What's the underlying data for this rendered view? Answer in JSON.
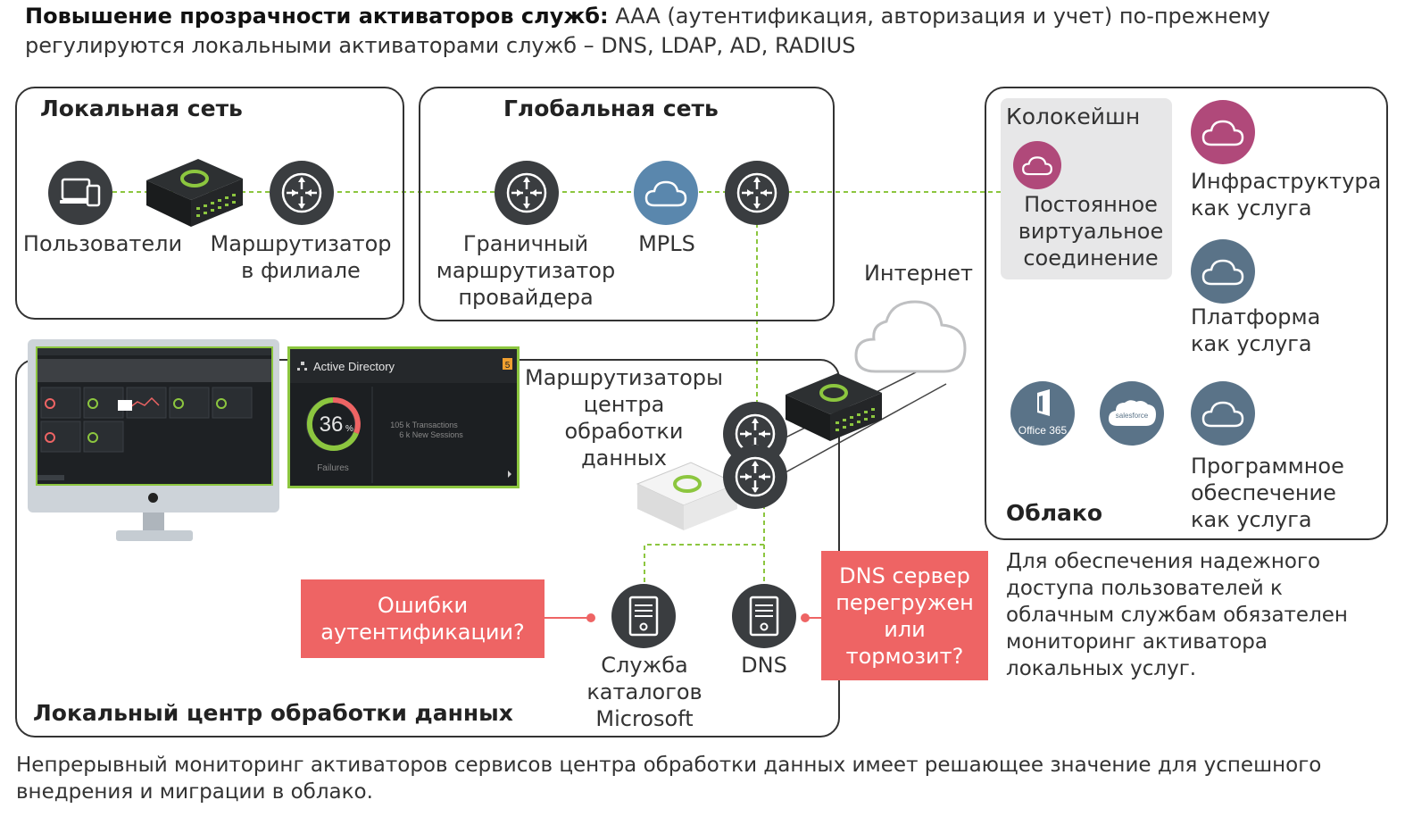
{
  "header": {
    "bold": "Повышение прозрачности активаторов служб:",
    "rest": " AAA (аутентификация, авторизация и учет) по-прежнему регулируются локальными активаторами служб – DNS, LDAP, AD, RADIUS"
  },
  "lan": {
    "title": "Локальная сеть",
    "users_label": "Пользователи",
    "branch_router_label": "Маршрутизатор\nв филиале"
  },
  "wan": {
    "title": "Глобальная сеть",
    "edge_router_label": "Граничный\nмаршрутизатор\nпровайдера",
    "mpls_label": "MPLS"
  },
  "internet_label": "Интернет",
  "cloud": {
    "coloc_title": "Колокейшн",
    "coloc_label": "Постоянное\nвиртуальное\nсоединение",
    "iaas_label": "Инфраструктура\nкак услуга",
    "paas_label": "Платформа\nкак услуга",
    "saas_label": "Программное\nобеспечение\nкак услуга",
    "office_label": "Office 365",
    "salesforce_label": "salesforce",
    "title": "Облако"
  },
  "datacenter": {
    "routers_label": "Маршрутизаторы\nцентра\nобработки\nданных",
    "directory_label": "Служба\nкаталогов\nMicrosoft",
    "dns_label": "DNS",
    "title": "Локальный центр обработки данных"
  },
  "ad_panel": {
    "title": "Active Directory",
    "percent": "36",
    "percent_unit": "%",
    "failures": "Failures",
    "line1": "105 k Transactions",
    "line2": "6 k New Sessions",
    "badge": "5"
  },
  "callouts": {
    "auth": "Ошибки\nаутентификации?",
    "dns": "DNS сервер\nперегружен\nили\nтормозит?"
  },
  "side_note": "Для обеспечения надежного доступа пользователей к облачным службам обязателен мониторинг активатора локальных услуг.",
  "footer": "Непрерывный мониторинг активаторов сервисов центра обработки данных имеет решающее значение для успешного внедрения и миграции в облако.",
  "colors": {
    "accent_green": "#8cc63f",
    "dark_icon": "#3a3d40",
    "callout_red": "#ee6464",
    "cloud_plum": "#b0497a",
    "cloud_slate": "#5a7388"
  }
}
